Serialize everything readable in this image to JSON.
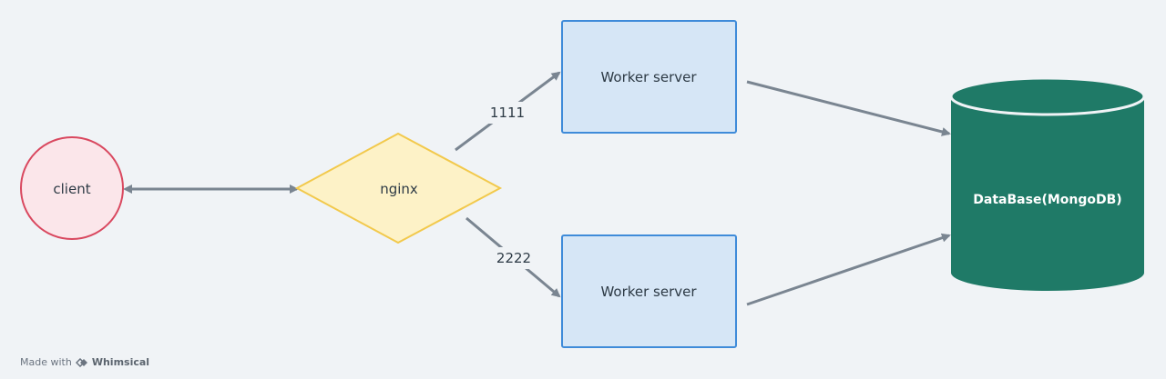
{
  "nodes": {
    "client": "client",
    "nginx": "nginx",
    "worker_top": "Worker server",
    "worker_bottom": "Worker server",
    "database": "DataBase(MongoDB)"
  },
  "edges": {
    "port_top": "1111",
    "port_bottom": "2222"
  },
  "footer": {
    "made_with": "Made with",
    "brand": "Whimsical"
  },
  "colors": {
    "background": "#f0f3f6",
    "client_fill": "#fbe6ea",
    "client_stroke": "#d9485f",
    "nginx_fill": "#fdf2c7",
    "nginx_stroke": "#f2c94c",
    "worker_fill": "#d6e6f6",
    "worker_stroke": "#3f8bd9",
    "database_fill": "#1f7a67",
    "arrow": "#7a8591"
  }
}
